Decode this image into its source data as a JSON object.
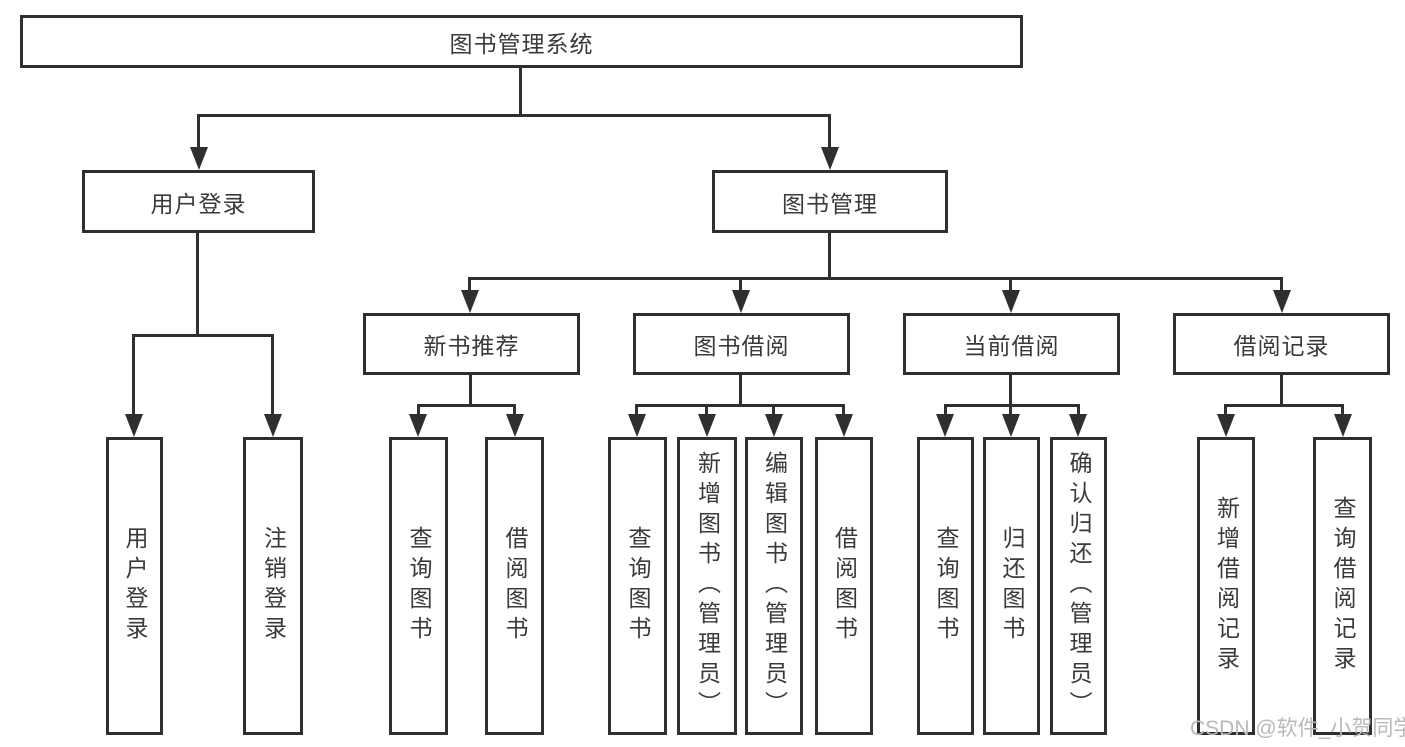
{
  "colors": {
    "line": "#2f2f2f",
    "text": "#3a3a3a",
    "watermark": "#b9b9b9",
    "background": "#ffffff"
  },
  "watermark": {
    "text": "CSDN @软件_小贺同学"
  },
  "tree": {
    "label": "图书管理系统",
    "children": [
      {
        "label": "用户登录",
        "children": [
          {
            "label": "用户登录"
          },
          {
            "label": "注销登录"
          }
        ]
      },
      {
        "label": "图书管理",
        "children": [
          {
            "label": "新书推荐",
            "children": [
              {
                "label": "查询图书"
              },
              {
                "label": "借阅图书"
              }
            ]
          },
          {
            "label": "图书借阅",
            "children": [
              {
                "label": "查询图书"
              },
              {
                "label": "新增图书（管理员）"
              },
              {
                "label": "编辑图书（管理员）"
              },
              {
                "label": "借阅图书"
              }
            ]
          },
          {
            "label": "当前借阅",
            "children": [
              {
                "label": "查询图书"
              },
              {
                "label": "归还图书"
              },
              {
                "label": "确认归还（管理员）"
              }
            ]
          },
          {
            "label": "借阅记录",
            "children": [
              {
                "label": "新增借阅记录"
              },
              {
                "label": "查询借阅记录"
              }
            ]
          }
        ]
      }
    ]
  }
}
